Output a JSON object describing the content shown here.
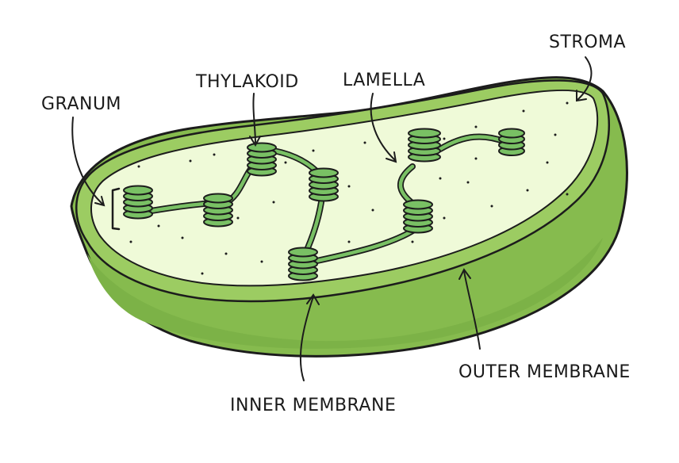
{
  "labels": {
    "granum": "GRANUM",
    "thylakoid": "THYLAKOID",
    "lamella": "LAMELLA",
    "stroma": "STROMA",
    "inner_membrane": "INNER MEMBRANE",
    "outer_membrane": "OUTER MEMBRANE"
  },
  "colors": {
    "outer_shell": "#86bb4e",
    "outer_shell_dark": "#6fa43a",
    "inner_membrane": "#9ccc62",
    "stroma": "#effad8",
    "thylakoid_disc": "#79c064",
    "outline": "#1c1c1c",
    "text": "#1a1a1a"
  }
}
